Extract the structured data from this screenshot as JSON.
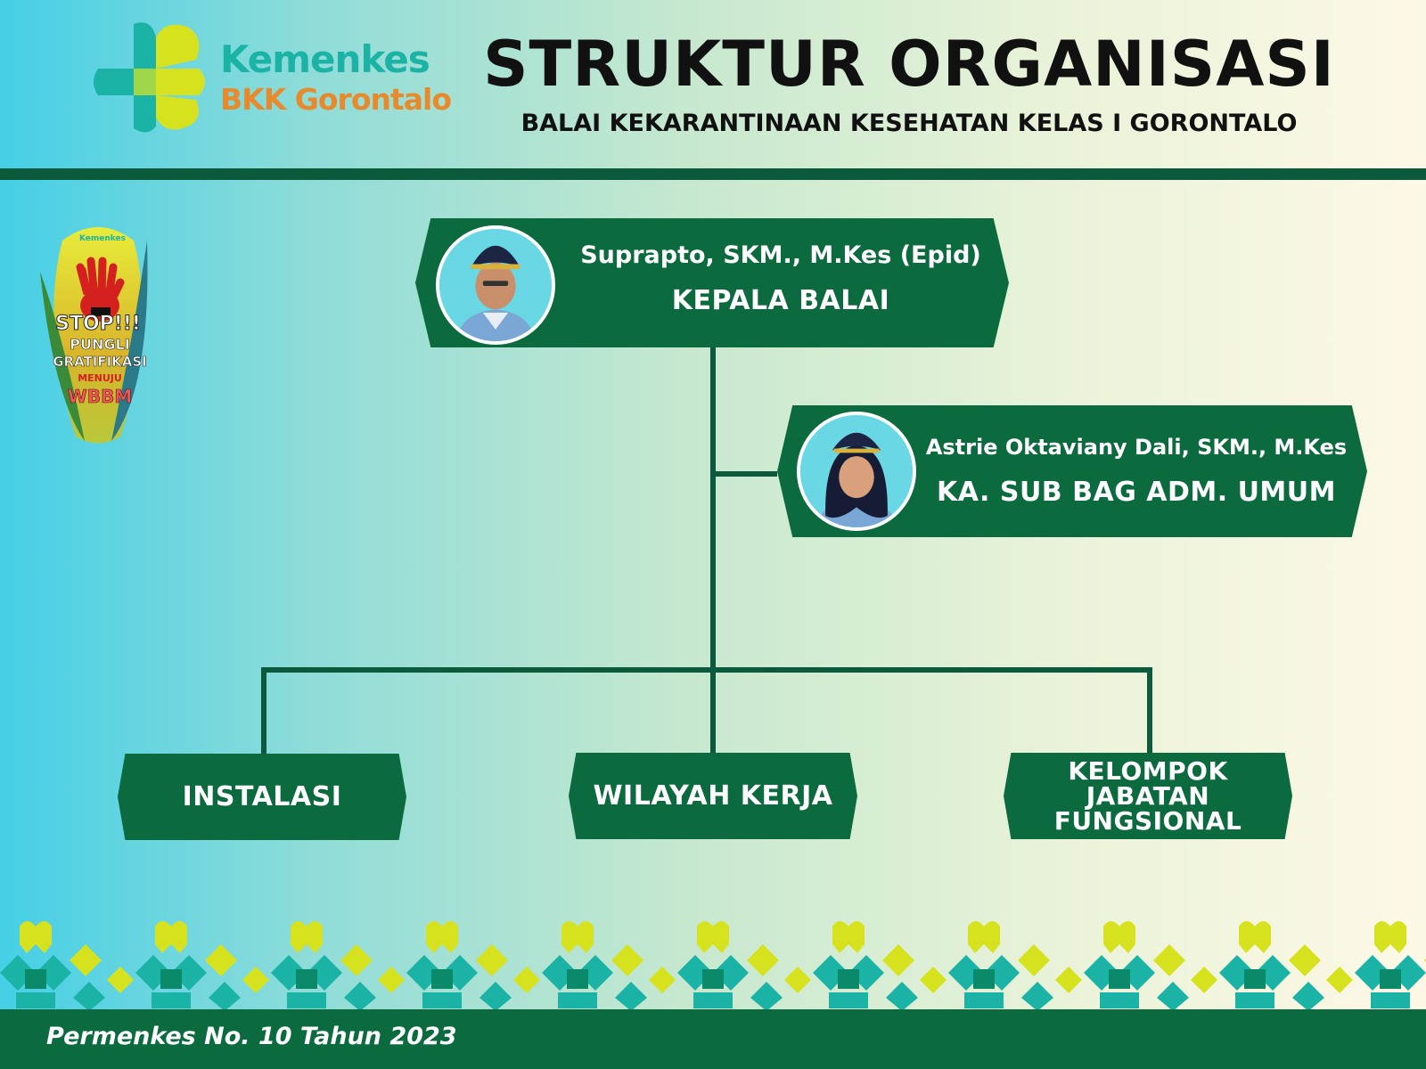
{
  "header": {
    "logo": {
      "brand_line1": "Kemenkes",
      "brand_line2": "BKK Gorontalo"
    },
    "title": "STRUKTUR ORGANISASI",
    "subtitle": "BALAI KEKARANTINAAN KESEHATAN KELAS I GORONTALO"
  },
  "badge": {
    "logo_text": "Kemenkes",
    "line1": "STOP!!!",
    "line2": "PUNGLI",
    "line3": "GRATIFIKASI",
    "line4": "MENUJU",
    "line5": "WBBM"
  },
  "org_chart": {
    "head": {
      "name": "Suprapto, SKM., M.Kes (Epid)",
      "role": "KEPALA BALAI"
    },
    "sub": {
      "name": "Astrie Oktaviany Dali, SKM., M.Kes",
      "role": "KA. SUB BAG ADM. UMUM"
    },
    "units": [
      {
        "label": "INSTALASI"
      },
      {
        "label": "WILAYAH KERJA"
      },
      {
        "label": "KELOMPOK JABATAN FUNGSIONAL"
      }
    ]
  },
  "footer": {
    "text": "Permenkes No. 10  Tahun 2023"
  },
  "colors": {
    "primary_green": "#0b6b3f",
    "teal": "#1ab3a6",
    "lime": "#d7e21f",
    "orange": "#e88a2b"
  }
}
